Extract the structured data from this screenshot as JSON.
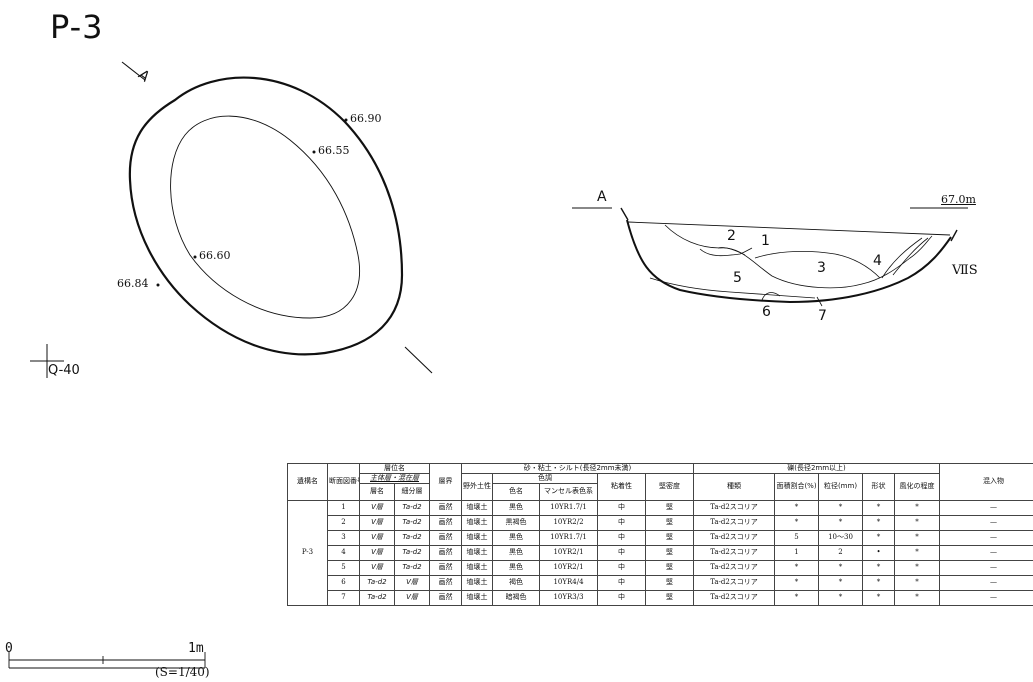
{
  "title": "P-3",
  "plan": {
    "direction_label": "A",
    "elevations": [
      "66.90",
      "66.55",
      "66.60",
      "66.84"
    ],
    "grid_point": "Q-40"
  },
  "section": {
    "point_label": "A",
    "datum": "67.0m",
    "layer_numbers": [
      "1",
      "2",
      "3",
      "4",
      "5",
      "6",
      "7"
    ],
    "base_layer": "ⅦS"
  },
  "scale": {
    "start": "0",
    "end": "1m",
    "ratio": "(S=1/40)"
  },
  "table": {
    "headers": {
      "site": "遺構名",
      "section_no": "断面図番号",
      "layer_name_group": "層位名",
      "layer_name_sub": "主体層・混在層",
      "layer_name": "層名",
      "sub_layer": "細分層",
      "boundary": "層界",
      "sand_group": "砂・粘土・シルト(長径2mm未満)",
      "field_soil": "野外土性",
      "color_group": "色調",
      "color_name": "色名",
      "munsell": "マンセル表色系",
      "stickiness": "粘着性",
      "hardness": "堅密度",
      "gravel_group": "礫(長径2mm以上)",
      "kind": "種類",
      "area_ratio": "面積割合(%)",
      "grain_size": "粒径(mm)",
      "shape": "形状",
      "weathering": "風化の程度",
      "inclusions": "混入物"
    },
    "site_name": "P-3",
    "rows": [
      {
        "no": "1",
        "layer": "Ⅴ層",
        "sub": "Ta-d2",
        "boundary": "画然",
        "soil": "埴壌土",
        "color": "黒色",
        "munsell": "10YR1.7/1",
        "stick": "中",
        "hard": "堅",
        "kind": "Ta-d2スコリア",
        "area": "*",
        "size": "*",
        "shape": "*",
        "weather": "*",
        "incl": "—"
      },
      {
        "no": "2",
        "layer": "Ⅴ層",
        "sub": "Ta-d2",
        "boundary": "画然",
        "soil": "埴壌土",
        "color": "黒褐色",
        "munsell": "10YR2/2",
        "stick": "中",
        "hard": "堅",
        "kind": "Ta-d2スコリア",
        "area": "*",
        "size": "*",
        "shape": "*",
        "weather": "*",
        "incl": "—"
      },
      {
        "no": "3",
        "layer": "Ⅴ層",
        "sub": "Ta-d2",
        "boundary": "画然",
        "soil": "埴壌土",
        "color": "黒色",
        "munsell": "10YR1.7/1",
        "stick": "中",
        "hard": "堅",
        "kind": "Ta-d2スコリア",
        "area": "5",
        "size": "10～30",
        "shape": "*",
        "weather": "*",
        "incl": "—"
      },
      {
        "no": "4",
        "layer": "Ⅴ層",
        "sub": "Ta-d2",
        "boundary": "画然",
        "soil": "埴壌土",
        "color": "黒色",
        "munsell": "10YR2/1",
        "stick": "中",
        "hard": "堅",
        "kind": "Ta-d2スコリア",
        "area": "1",
        "size": "2",
        "shape": "•",
        "weather": "*",
        "incl": "—"
      },
      {
        "no": "5",
        "layer": "Ⅴ層",
        "sub": "Ta-d2",
        "boundary": "画然",
        "soil": "埴壌土",
        "color": "黒色",
        "munsell": "10YR2/1",
        "stick": "中",
        "hard": "堅",
        "kind": "Ta-d2スコリア",
        "area": "*",
        "size": "*",
        "shape": "*",
        "weather": "*",
        "incl": "—"
      },
      {
        "no": "6",
        "layer": "Ta-d2",
        "sub": "Ⅴ層",
        "boundary": "画然",
        "soil": "埴壌土",
        "color": "褐色",
        "munsell": "10YR4/4",
        "stick": "中",
        "hard": "堅",
        "kind": "Ta-d2スコリア",
        "area": "*",
        "size": "*",
        "shape": "*",
        "weather": "*",
        "incl": "—"
      },
      {
        "no": "7",
        "layer": "Ta-d2",
        "sub": "Ⅴ層",
        "boundary": "画然",
        "soil": "埴壌土",
        "color": "暗褐色",
        "munsell": "10YR3/3",
        "stick": "中",
        "hard": "堅",
        "kind": "Ta-d2スコリア",
        "area": "*",
        "size": "*",
        "shape": "*",
        "weather": "*",
        "incl": "—"
      }
    ]
  }
}
